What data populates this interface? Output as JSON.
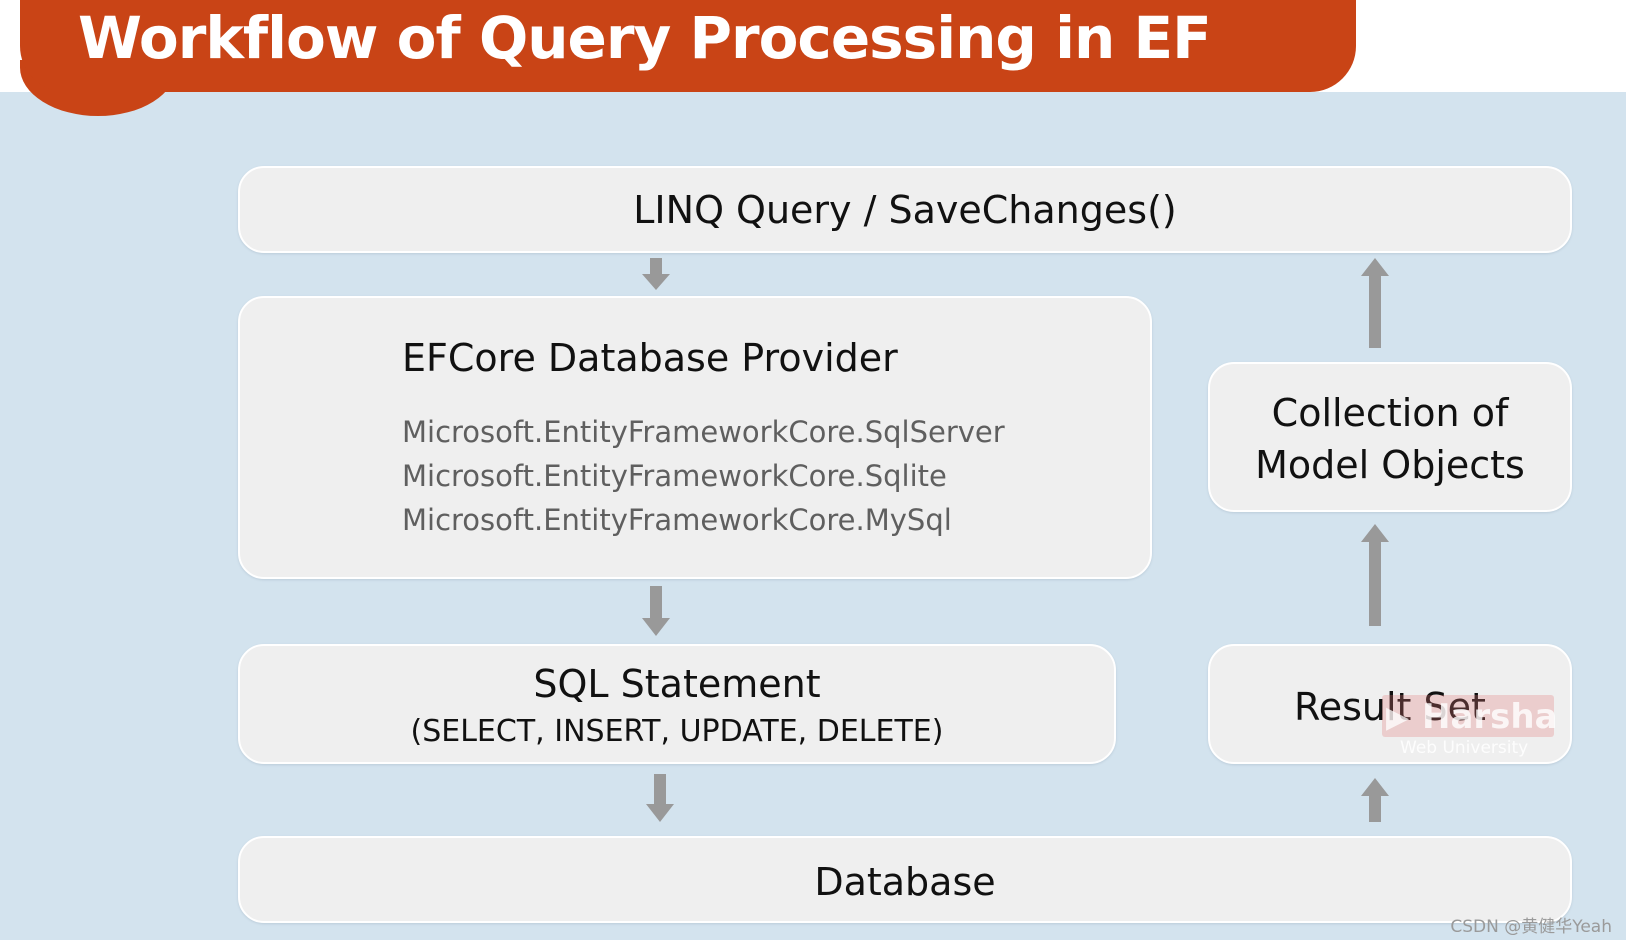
{
  "title": "Workflow of Query Processing in EF",
  "colors": {
    "banner": "#c94416",
    "background_panel": "#d3e3ee",
    "box_fill": "#efefef",
    "arrow": "#999999",
    "text": "#111111",
    "package_text": "#5f5f5f"
  },
  "boxes": {
    "linq": "LINQ Query / SaveChanges()",
    "provider": {
      "title": "EFCore Database Provider",
      "packages": [
        "Microsoft.EntityFrameworkCore.SqlServer",
        "Microsoft.EntityFrameworkCore.Sqlite",
        "Microsoft.EntityFrameworkCore.MySql"
      ]
    },
    "sql": {
      "title": "SQL Statement",
      "subtitle": "(SELECT, INSERT, UPDATE, DELETE)"
    },
    "model_objects": {
      "line1": "Collection of",
      "line2": "Model Objects"
    },
    "result_set": "Result Set",
    "database": "Database"
  },
  "arrows": [
    {
      "from": "LINQ Query / SaveChanges()",
      "to": "EFCore Database Provider",
      "direction": "down",
      "icon": "arrow-down-icon"
    },
    {
      "from": "EFCore Database Provider",
      "to": "SQL Statement",
      "direction": "down",
      "icon": "arrow-down-icon"
    },
    {
      "from": "SQL Statement",
      "to": "Database",
      "direction": "down",
      "icon": "arrow-down-icon"
    },
    {
      "from": "Database",
      "to": "Result Set",
      "direction": "up",
      "icon": "arrow-up-icon"
    },
    {
      "from": "Result Set",
      "to": "Collection of Model Objects",
      "direction": "up",
      "icon": "arrow-up-icon"
    },
    {
      "from": "Collection of Model Objects",
      "to": "LINQ Query / SaveChanges()",
      "direction": "up",
      "icon": "arrow-up-icon"
    }
  ],
  "watermark": {
    "icon": "play-icon",
    "name": "Harsha",
    "subtitle": "Web University"
  },
  "credit": "CSDN @黄健华Yeah"
}
